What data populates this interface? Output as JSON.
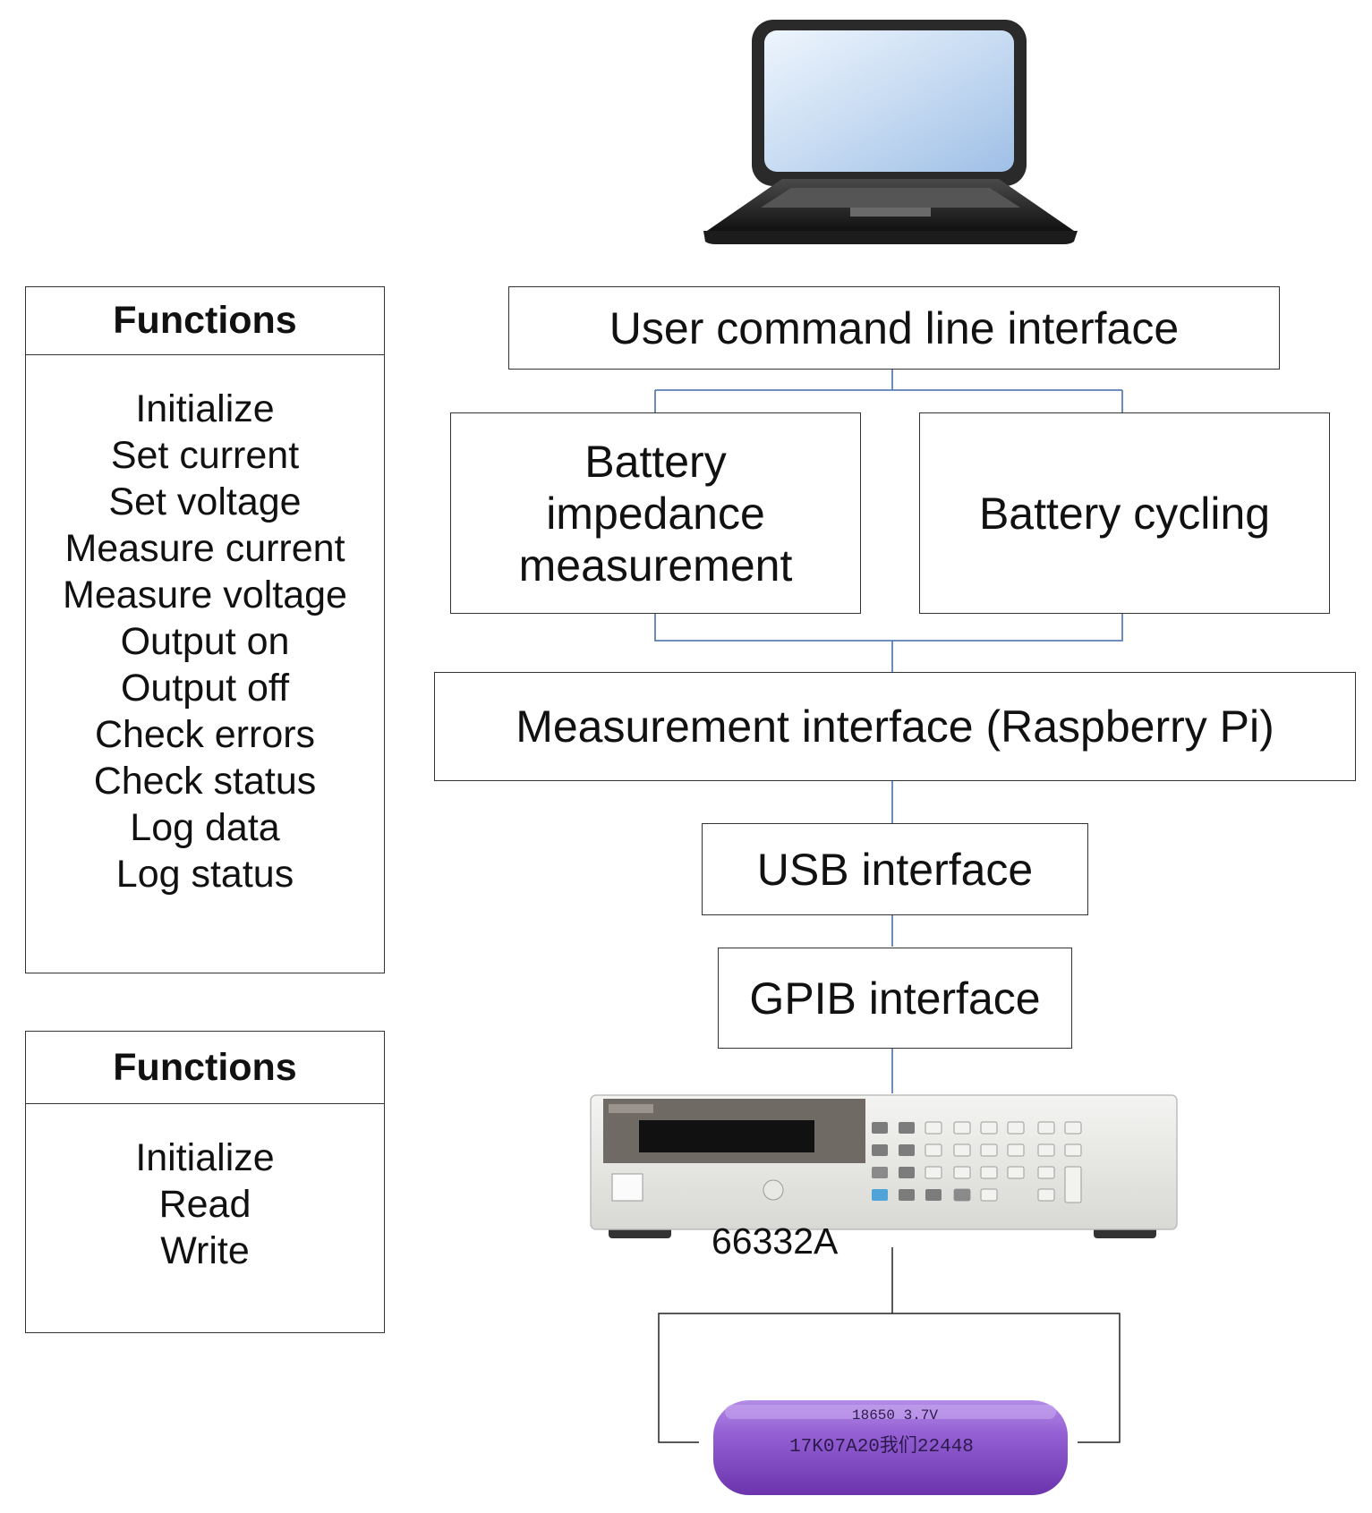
{
  "functions_panels": [
    {
      "title": "Functions",
      "items": [
        "Initialize",
        "Set current",
        "Set voltage",
        "Measure current",
        "Measure voltage",
        "Output on",
        "Output off",
        "Check errors",
        "Check status",
        "Log data",
        "Log status"
      ]
    },
    {
      "title": "Functions",
      "items": [
        "Initialize",
        "Read",
        "Write"
      ]
    }
  ],
  "boxes": {
    "cli": "User command line interface",
    "impedance": [
      "Battery",
      "impedance",
      "measurement"
    ],
    "cycling": "Battery cycling",
    "measurement_interface": "Measurement interface (Raspberry Pi)",
    "usb": "USB interface",
    "gpib": "GPIB interface"
  },
  "instrument": {
    "model_label": "66332A"
  },
  "battery": {
    "print_top": "18650  3.7V",
    "print_bottom": "17K07A20我们22448"
  },
  "colors": {
    "connector": "#5b7fb5",
    "battery_purple": "#8a52c8",
    "laptop_body": "#2a2a2a",
    "laptop_screen": "#c9dcf2"
  }
}
